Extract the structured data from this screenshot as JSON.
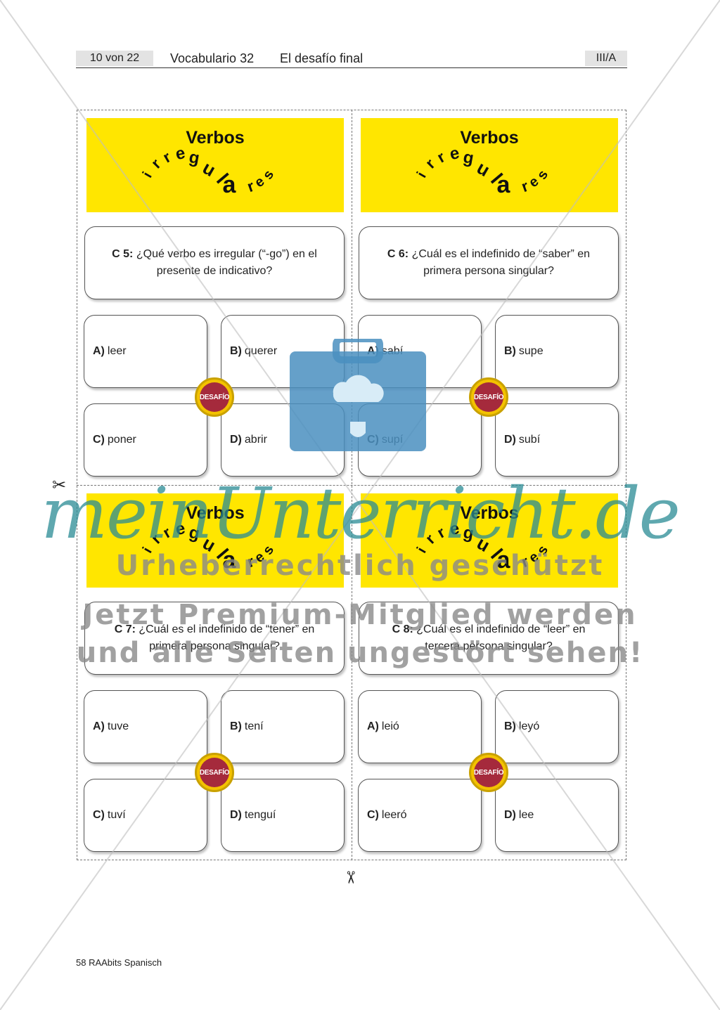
{
  "header": {
    "page": "10 von 22",
    "title": "Vocabulario 32",
    "subtitle": "El desafío final",
    "section": "III/A"
  },
  "cards": [
    {
      "banner_title": "Verbos",
      "arc_letters": [
        "i",
        "r",
        "r",
        "e",
        "g",
        "u",
        "l",
        "a",
        "r",
        "e",
        "s"
      ],
      "question_code": "C 5:",
      "question": "¿Qué verbo es irregular (“-go”) en el presente de indicativo?",
      "answers": [
        {
          "letter": "A)",
          "text": "leer"
        },
        {
          "letter": "B)",
          "text": "querer"
        },
        {
          "letter": "C)",
          "text": "poner"
        },
        {
          "letter": "D)",
          "text": "abrir"
        }
      ],
      "badge": "DESAFÍO"
    },
    {
      "banner_title": "Verbos",
      "arc_letters": [
        "i",
        "r",
        "r",
        "e",
        "g",
        "u",
        "l",
        "a",
        "r",
        "e",
        "s"
      ],
      "question_code": "C 6:",
      "question": "¿Cuál es el indefinido de “saber” en primera persona singular?",
      "answers": [
        {
          "letter": "A)",
          "text": "sabí"
        },
        {
          "letter": "B)",
          "text": "supe"
        },
        {
          "letter": "C)",
          "text": "supí"
        },
        {
          "letter": "D)",
          "text": "subí"
        }
      ],
      "badge": "DESAFÍO"
    },
    {
      "banner_title": "Verbos",
      "arc_letters": [
        "i",
        "r",
        "r",
        "e",
        "g",
        "u",
        "l",
        "a",
        "r",
        "e",
        "s"
      ],
      "question_code": "C 7:",
      "question": "¿Cuál es el indefinido de “tener” en primera persona singular?",
      "answers": [
        {
          "letter": "A)",
          "text": "tuve"
        },
        {
          "letter": "B)",
          "text": "tení"
        },
        {
          "letter": "C)",
          "text": "tuví"
        },
        {
          "letter": "D)",
          "text": "tenguí"
        }
      ],
      "badge": "DESAFÍO"
    },
    {
      "banner_title": "Verbos",
      "arc_letters": [
        "i",
        "r",
        "r",
        "e",
        "g",
        "u",
        "l",
        "a",
        "r",
        "e",
        "s"
      ],
      "question_code": "C 8:",
      "question": "¿Cuál es el indefinido de “leer” en tercera persona singular?",
      "answers": [
        {
          "letter": "A)",
          "text": "leió"
        },
        {
          "letter": "B)",
          "text": "leyó"
        },
        {
          "letter": "C)",
          "text": "leeró"
        },
        {
          "letter": "D)",
          "text": "lee"
        }
      ],
      "badge": "DESAFÍO"
    }
  ],
  "scissors_icon": "scissors-icon",
  "footer": "58 RAAbits Spanisch",
  "watermark": {
    "logo": "meinUnterricht.de",
    "line1": "Urheberrechtlich geschützt",
    "line2": "Jetzt Premium-Mitglied werden",
    "line3": "und alle Seiten ungestört sehen!"
  },
  "colors": {
    "banner": "#ffe600",
    "badge_ring": "#f3c200",
    "badge_core": "#a52a3c",
    "watermark_teal": "#2a8c95",
    "watermark_case": "#4a8fc0"
  }
}
